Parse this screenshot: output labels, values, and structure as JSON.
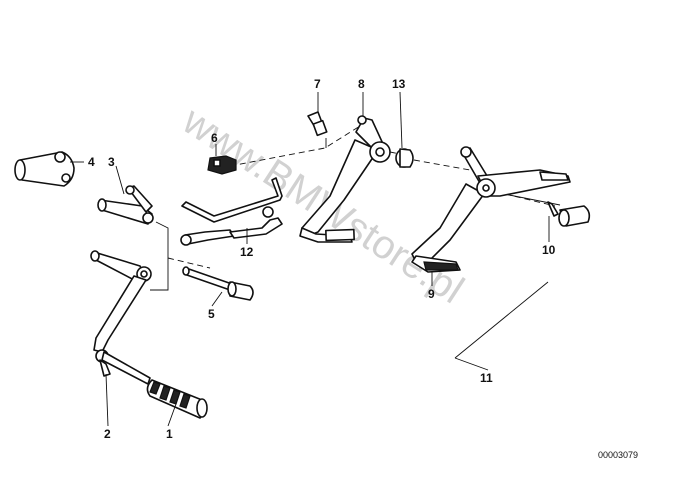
{
  "diagram": {
    "callouts": [
      {
        "id": "1",
        "label": "1"
      },
      {
        "id": "2",
        "label": "2"
      },
      {
        "id": "3",
        "label": "3"
      },
      {
        "id": "4",
        "label": "4"
      },
      {
        "id": "5",
        "label": "5"
      },
      {
        "id": "6",
        "label": "6"
      },
      {
        "id": "7",
        "label": "7"
      },
      {
        "id": "8",
        "label": "8"
      },
      {
        "id": "9",
        "label": "9"
      },
      {
        "id": "10",
        "label": "10"
      },
      {
        "id": "11",
        "label": "11"
      },
      {
        "id": "12",
        "label": "12"
      },
      {
        "id": "13",
        "label": "13"
      }
    ],
    "reference_number": "00003079",
    "watermark": "www.BMWstore.pl"
  }
}
